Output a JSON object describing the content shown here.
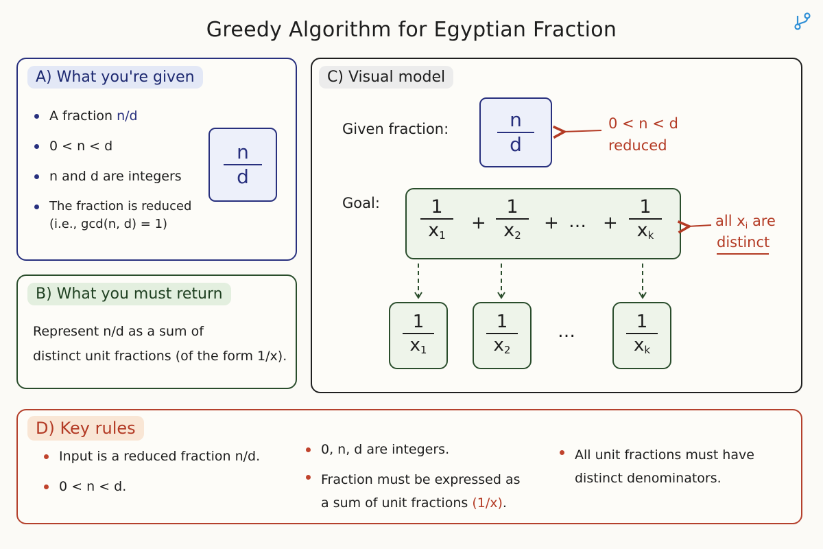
{
  "title": "Greedy Algorithm for Egyptian Fraction",
  "colors": {
    "blue": "#28307e",
    "green": "#2a4d2c",
    "red": "#b33a24",
    "dark": "#1f1f1f"
  },
  "corner_icon": "branch-icon",
  "panel_a": {
    "tag": "A) What you're given",
    "bullets": [
      {
        "pre": "A fraction ",
        "hl": "n/d"
      },
      {
        "pre": "0 < n < d",
        "hl": ""
      },
      {
        "pre": "n and d are integers",
        "hl": ""
      },
      {
        "pre": "The fraction is reduced",
        "hl": "",
        "line2": "(i.e., gcd(n, d) = 1)"
      }
    ],
    "fraction": {
      "num": "n",
      "den": "d"
    }
  },
  "panel_b": {
    "tag": "B) What you must return",
    "line1": "Represent n/d as a sum of",
    "line2": "distinct unit fractions (of the form 1/x)."
  },
  "panel_c": {
    "tag": "C) Visual model",
    "given_label": "Given fraction:",
    "given_fraction": {
      "num": "n",
      "den": "d"
    },
    "given_note_1": "0 < n < d",
    "given_note_2": "reduced",
    "goal_label": "Goal:",
    "goal_terms": [
      {
        "num": "1",
        "den": "x",
        "sub": "1"
      },
      {
        "num": "1",
        "den": "x",
        "sub": "2"
      },
      {
        "num": "1",
        "den": "x",
        "sub": "k"
      }
    ],
    "plus": "+",
    "ellipsis": "…",
    "goal_note_pre": "all x",
    "goal_note_sub": "i",
    "goal_note_post": " are",
    "goal_note_2": "distinct",
    "unit_boxes": [
      {
        "num": "1",
        "den": "x",
        "sub": "1"
      },
      {
        "num": "1",
        "den": "x",
        "sub": "2"
      },
      {
        "num": "1",
        "den": "x",
        "sub": "k"
      }
    ],
    "dots": "…"
  },
  "panel_d": {
    "tag": "D) Key rules",
    "col1": [
      "Input is a reduced fraction n/d.",
      "0 < n < d."
    ],
    "col2_1": "0, n, d are integers.",
    "col2_2_line1": "Fraction must be expressed as",
    "col2_2_line2_pre": "a sum of unit fractions ",
    "col2_2_line2_hl": "(1/x)",
    "col2_2_line2_post": ".",
    "col3_line1": "All unit fractions must have",
    "col3_line2": "distinct denominators."
  }
}
